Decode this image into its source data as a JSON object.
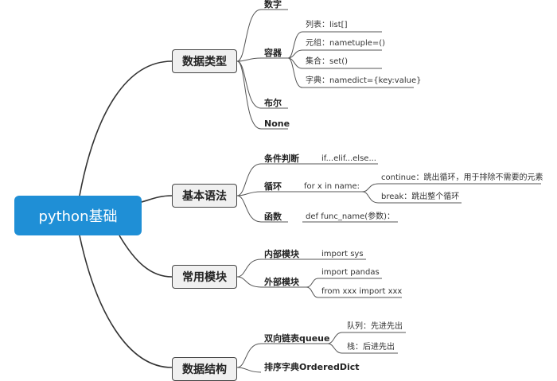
{
  "root": "python基础",
  "categories": [
    "数据类型",
    "基本语法",
    "常用模块",
    "数据结构"
  ],
  "data_types": {
    "number": "数字",
    "container": "容器",
    "container_items": [
      "列表：list[]",
      "元组：nametuple=()",
      "集合：set()",
      "字典：namedict={key:value}"
    ],
    "bool": "布尔",
    "none": "None"
  },
  "syntax": {
    "condition": "条件判断",
    "condition_value": "if...elif...else...",
    "loop": "循环",
    "loop_value": "for x in name:",
    "loop_items": [
      "continue：跳出循环，用于排除不需要的元素",
      "break：跳出整个循环"
    ],
    "func": "函数",
    "func_value": "def func_name(参数)："
  },
  "modules": {
    "internal": "内部模块",
    "internal_value": "import sys",
    "external": "外部模块",
    "external_items": [
      "import pandas",
      "from xxx import xxx"
    ]
  },
  "structures": {
    "deque": "双向链表queue",
    "deque_items": [
      "队列：先进先出",
      "栈：后进先出"
    ],
    "ordered": "排序字典OrderedDict"
  }
}
